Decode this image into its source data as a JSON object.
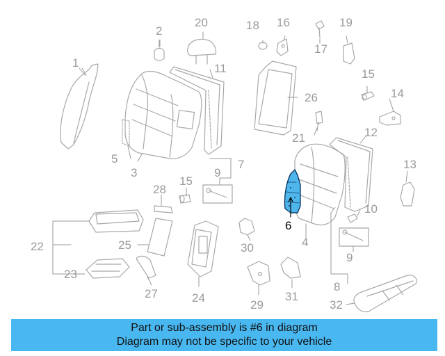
{
  "diagram": {
    "callouts": {
      "c1": "1",
      "c2": "2",
      "c3": "3",
      "c4": "4",
      "c5": "5",
      "c6": "6",
      "c7": "7",
      "c8": "8",
      "c9a": "9",
      "c9b": "9",
      "c10": "10",
      "c11": "11",
      "c12": "12",
      "c13": "13",
      "c14": "14",
      "c15a": "15",
      "c15b": "15",
      "c16": "16",
      "c17": "17",
      "c18": "18",
      "c19": "19",
      "c20": "20",
      "c21": "21",
      "c22": "22",
      "c23": "23",
      "c24": "24",
      "c25": "25",
      "c26": "26",
      "c27": "27",
      "c28": "28",
      "c29": "29",
      "c30": "30",
      "c31": "31",
      "c32": "32"
    },
    "highlight_color": "#4fb6ec",
    "outline_color": "#9a9a9a"
  },
  "banner": {
    "line1": "Part or sub-assembly is #6 in diagram",
    "line2": "Diagram may not be specific to your vehicle",
    "background": "#49b8f1"
  }
}
